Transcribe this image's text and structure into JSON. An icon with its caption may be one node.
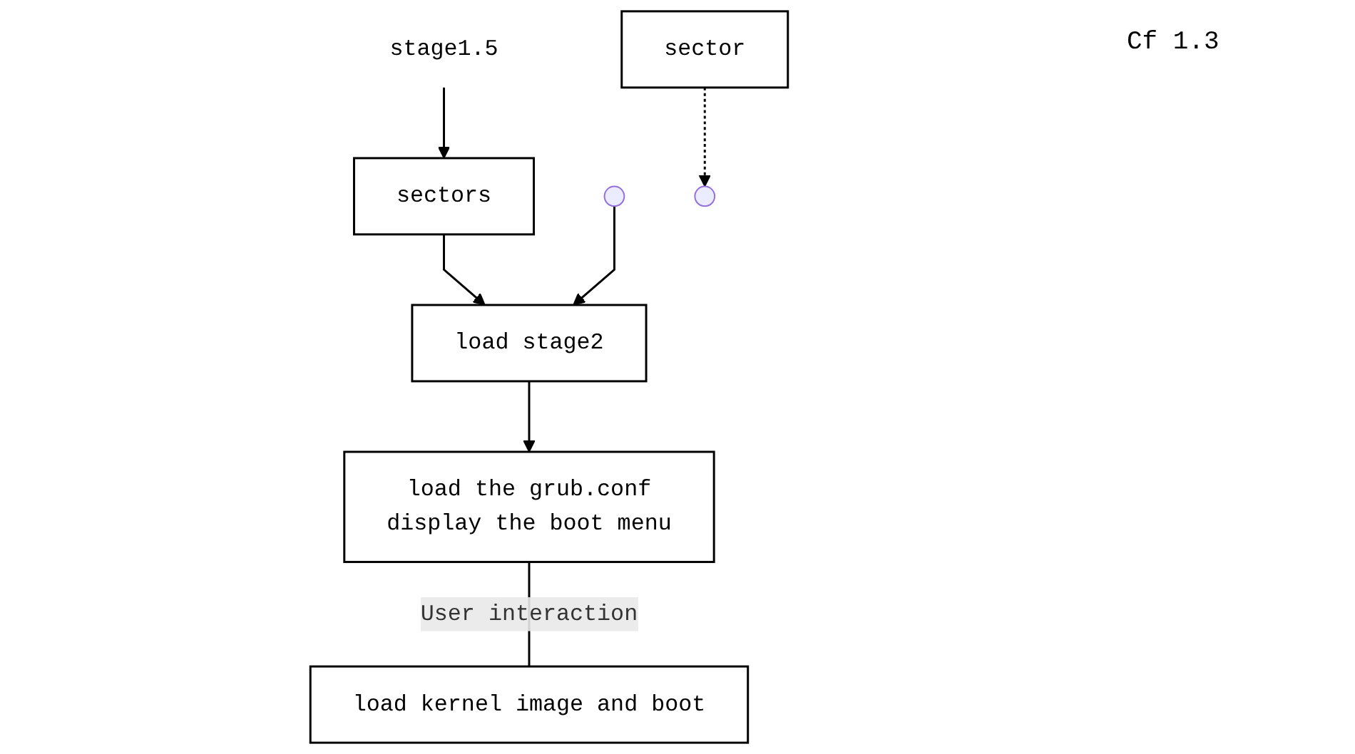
{
  "diagram": {
    "nodes": [
      {
        "text": [
          "sectors"
        ]
      },
      {
        "text": [
          "stage1.5"
        ]
      },
      {
        "text": [
          "sector"
        ]
      },
      {
        "text": [
          "load stage2"
        ]
      },
      {
        "text": [
          "load the grub.conf",
          "display the boot menu"
        ]
      },
      {
        "text": [
          "load kernel image and boot"
        ]
      }
    ],
    "edges": [
      {
        "from": 1,
        "to": 0,
        "arrow": "to"
      },
      {
        "from": 0,
        "to": 3,
        "arrow": "to"
      },
      {
        "from": null,
        "to": 3,
        "arrow": "to"
      },
      {
        "from": 2,
        "to": null,
        "arrow": "to",
        "style": "dashed"
      },
      {
        "from": 3,
        "to": 4,
        "arrow": "to"
      },
      {
        "from": 4,
        "to": 5,
        "arrow": "none",
        "label": "User interaction"
      }
    ],
    "labels": [
      "Cf 1.3"
    ]
  }
}
